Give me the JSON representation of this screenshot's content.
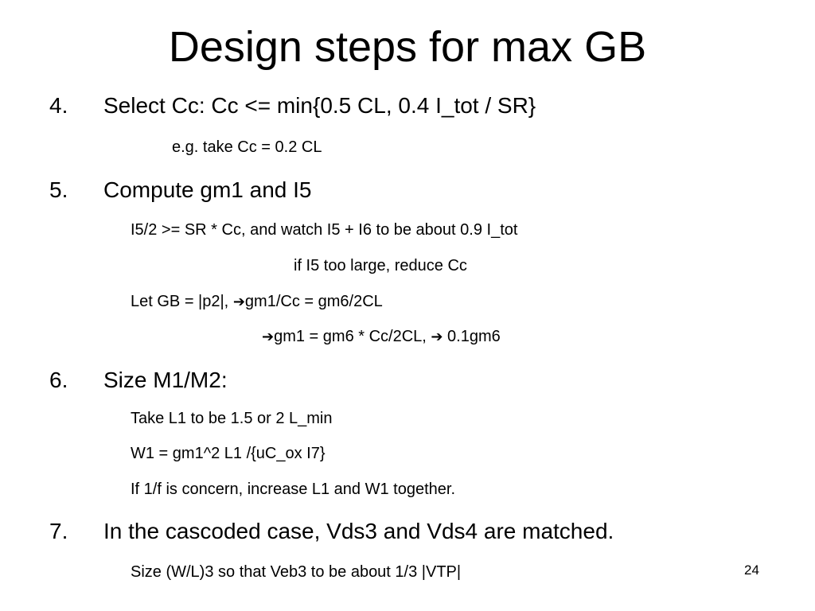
{
  "slide": {
    "title": "Design steps for max GB",
    "page_number": "24",
    "steps": [
      {
        "number": "4.",
        "text": "Select Cc: Cc <= min{0.5 CL, 0.4 I_tot / SR}",
        "lines": [
          "e.g. take Cc = 0.2 CL"
        ]
      },
      {
        "number": "5.",
        "text": "Compute gm1 and I5",
        "lines": [
          "I5/2 >= SR * Cc, and watch I5 + I6 to be about 0.9 I_tot",
          "if I5 too large, reduce Cc",
          "Let GB = |p2|, ",
          "gm1/Cc = gm6/2CL",
          "gm1 = gm6 * Cc/2CL, ",
          " 0.1gm6"
        ]
      },
      {
        "number": "6.",
        "text": "Size M1/M2:",
        "lines": [
          "Take L1 to be 1.5 or 2 L_min",
          "W1 = gm1^2 L1 /{uC_ox I7}",
          "If 1/f is concern, increase L1 and W1 together."
        ]
      },
      {
        "number": "7.",
        "text": "In the cascoded case, Vds3 and Vds4 are matched.",
        "lines": [
          "Size (W/L)3 so that Veb3 to be about 1/3 |VTP|"
        ]
      }
    ],
    "arrow_glyph": "➔"
  }
}
